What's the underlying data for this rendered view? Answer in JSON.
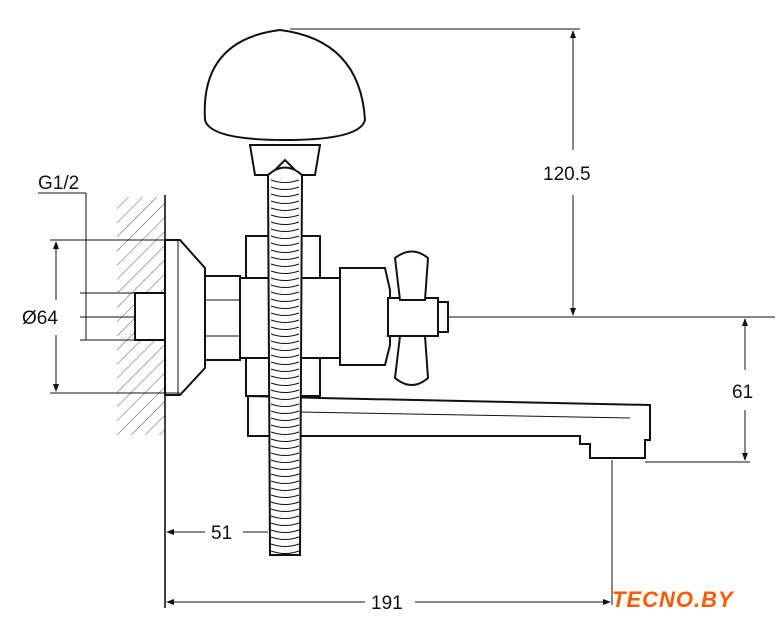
{
  "dimensions": {
    "thread": "G1/2",
    "diameter": "Ø64",
    "height_top": "120.5",
    "height_spout": "61",
    "wall_offset": "51",
    "spout_length": "191"
  },
  "logo": {
    "text": "TECNO.BY",
    "color": "#ff5a00"
  }
}
